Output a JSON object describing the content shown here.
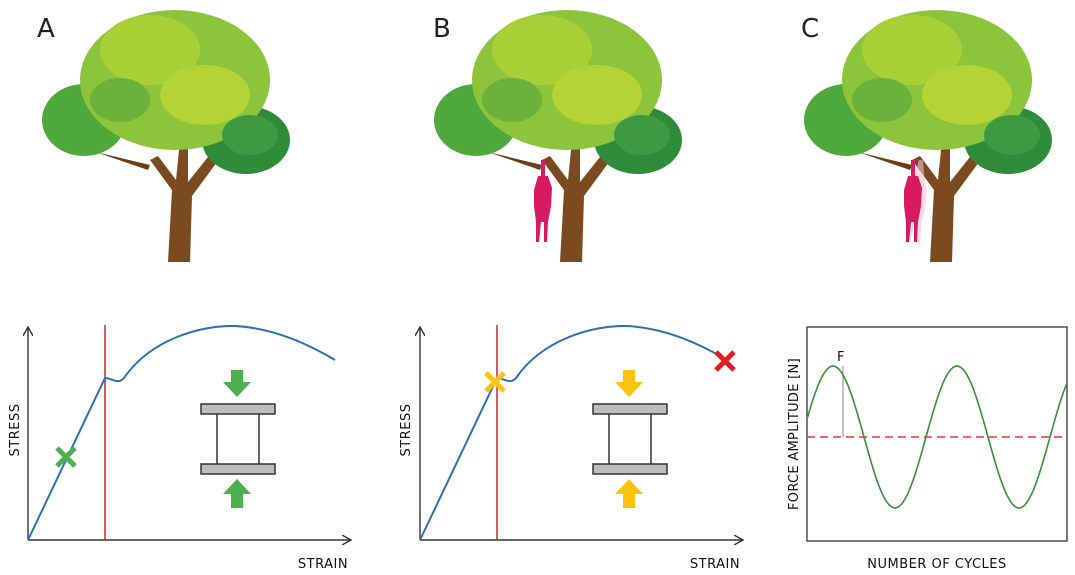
{
  "panels": [
    {
      "letter": "A",
      "stress_label": "STRESS",
      "strain_label": "STRAIN",
      "marker_color": "#4caf50",
      "arrow_color": "#4caf50"
    },
    {
      "letter": "B",
      "stress_label": "STRESS",
      "strain_label": "STRAIN",
      "marker_color": "#ffc20e",
      "arrow_color": "#ffc20e",
      "failure_marker_color": "#e21b23"
    },
    {
      "letter": "C",
      "ylabel": "FORCE AMPLITUDE [N]",
      "xlabel": "NUMBER OF CYCLES",
      "force_label": "F"
    }
  ],
  "colors": {
    "curve": "#2e6fb7",
    "yield_line": "#c62828",
    "sine": "#3a8f3a",
    "mean_line": "#e53935",
    "person": "#d81b60",
    "trunk": "#7b4a1e",
    "foliage_light": "#b5d334",
    "foliage_mid": "#6ab23a",
    "foliage_dark": "#2e8b3a"
  }
}
